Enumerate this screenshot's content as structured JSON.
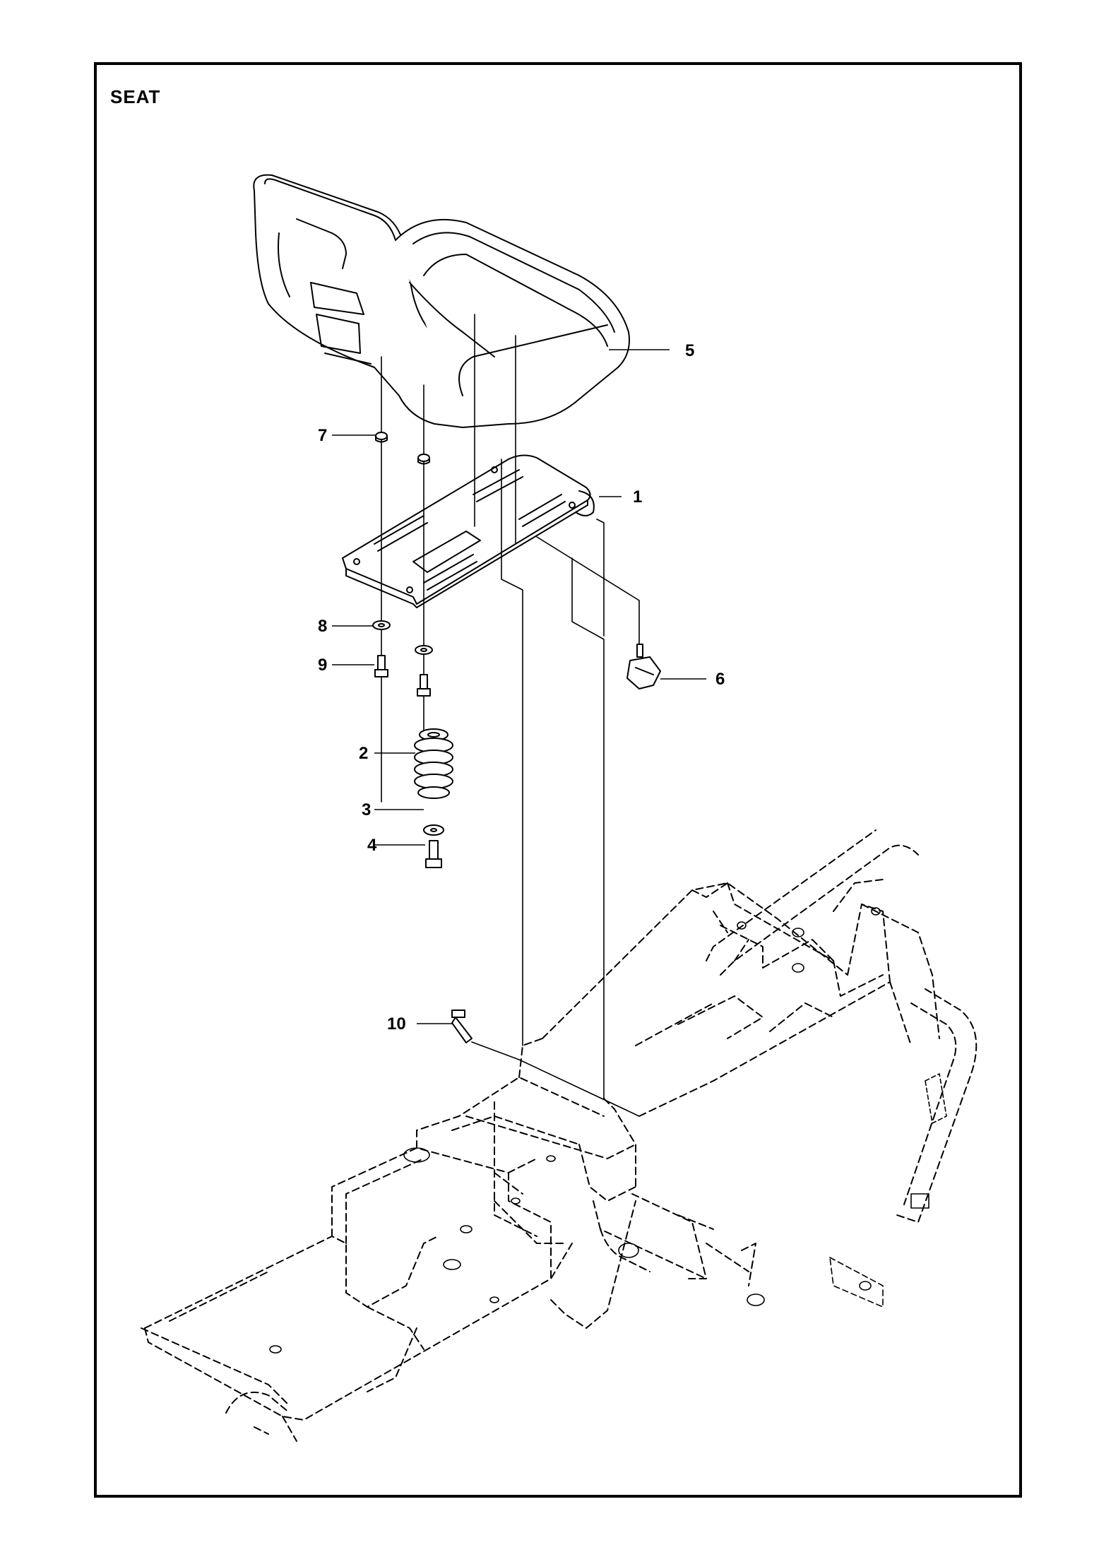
{
  "page": {
    "title": "SEAT"
  },
  "callouts": [
    {
      "num": "1"
    },
    {
      "num": "2"
    },
    {
      "num": "3"
    },
    {
      "num": "4"
    },
    {
      "num": "5"
    },
    {
      "num": "6"
    },
    {
      "num": "7"
    },
    {
      "num": "8"
    },
    {
      "num": "9"
    },
    {
      "num": "10"
    }
  ],
  "colors": {
    "ink": "#000000",
    "paper": "#ffffff"
  }
}
